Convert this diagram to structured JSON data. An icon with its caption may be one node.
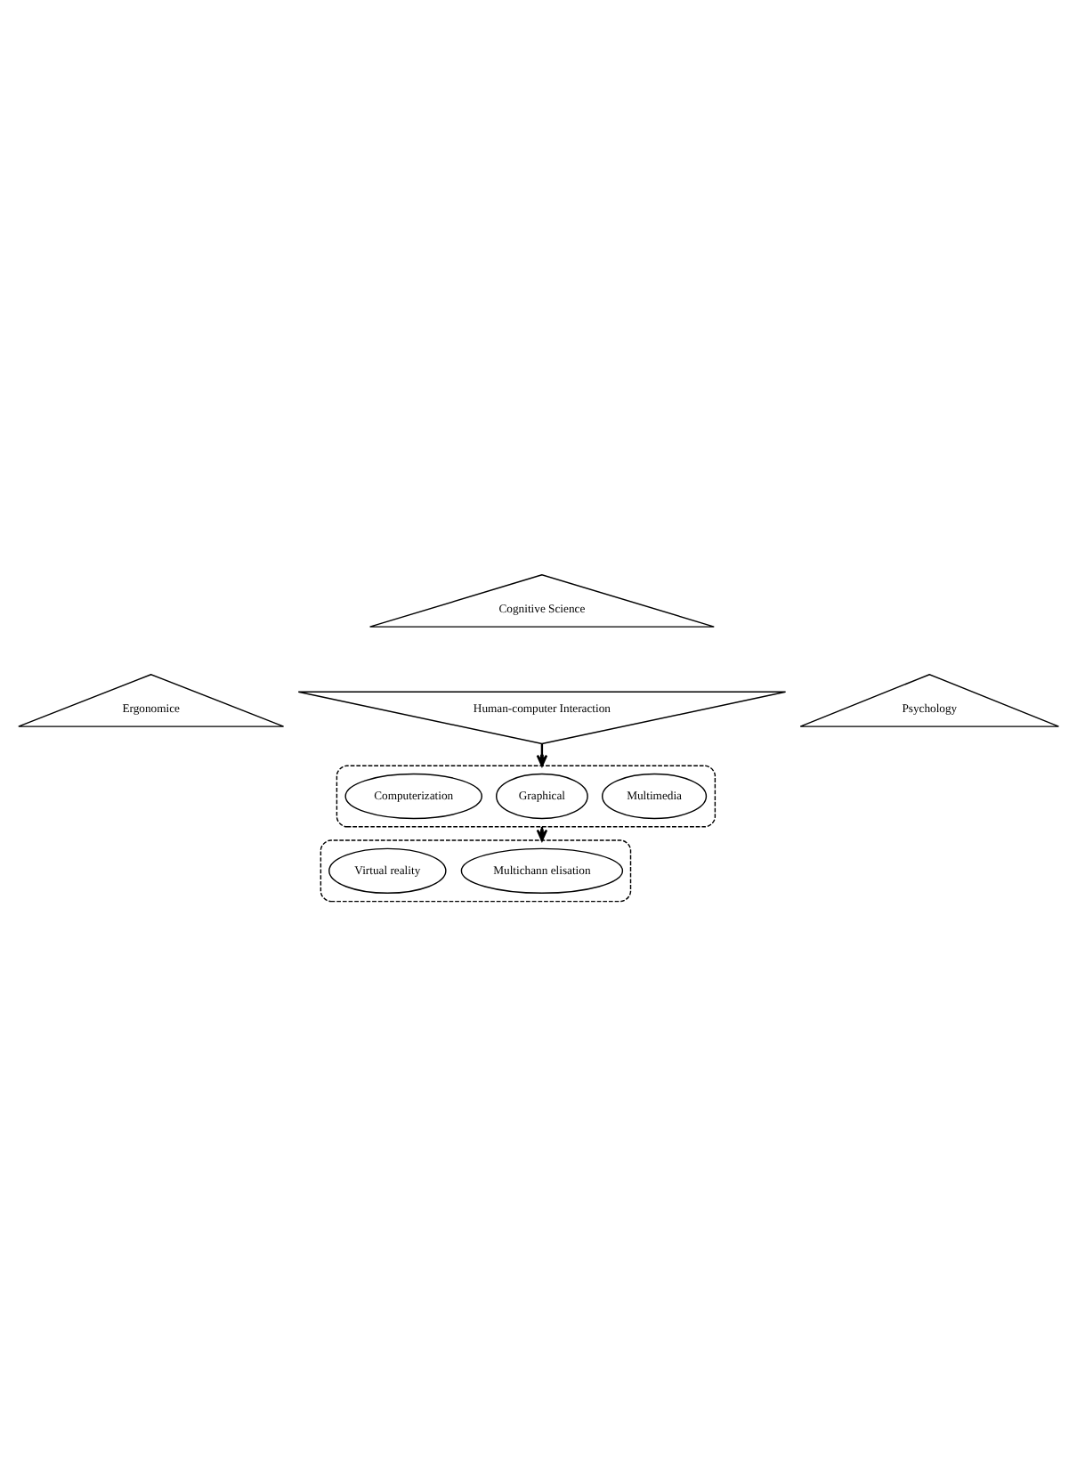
{
  "diagram": {
    "nodes": [
      {
        "text": [
          "Cognitive Science"
        ]
      },
      {
        "text": [
          "Ergonomice"
        ]
      },
      {
        "text": [
          "Human-computer Interaction"
        ]
      },
      {
        "text": [
          "Psychology"
        ]
      },
      {
        "text": [],
        "shape": "box"
      },
      {
        "text": [
          "Computerization"
        ],
        "in": 4
      },
      {
        "text": [
          "Graphical"
        ],
        "in": 4
      },
      {
        "text": [
          "Multimedia"
        ],
        "in": 4
      },
      {
        "text": [],
        "shape": "box"
      },
      {
        "text": [
          "Virtual reality"
        ],
        "in": 8
      },
      {
        "text": [
          "Multichann elisation"
        ],
        "in": 8
      }
    ],
    "edges": [
      {
        "from": 2,
        "to": 4,
        "arrow": "to"
      },
      {
        "from": 4,
        "to": 8,
        "arrow": "to"
      }
    ]
  }
}
